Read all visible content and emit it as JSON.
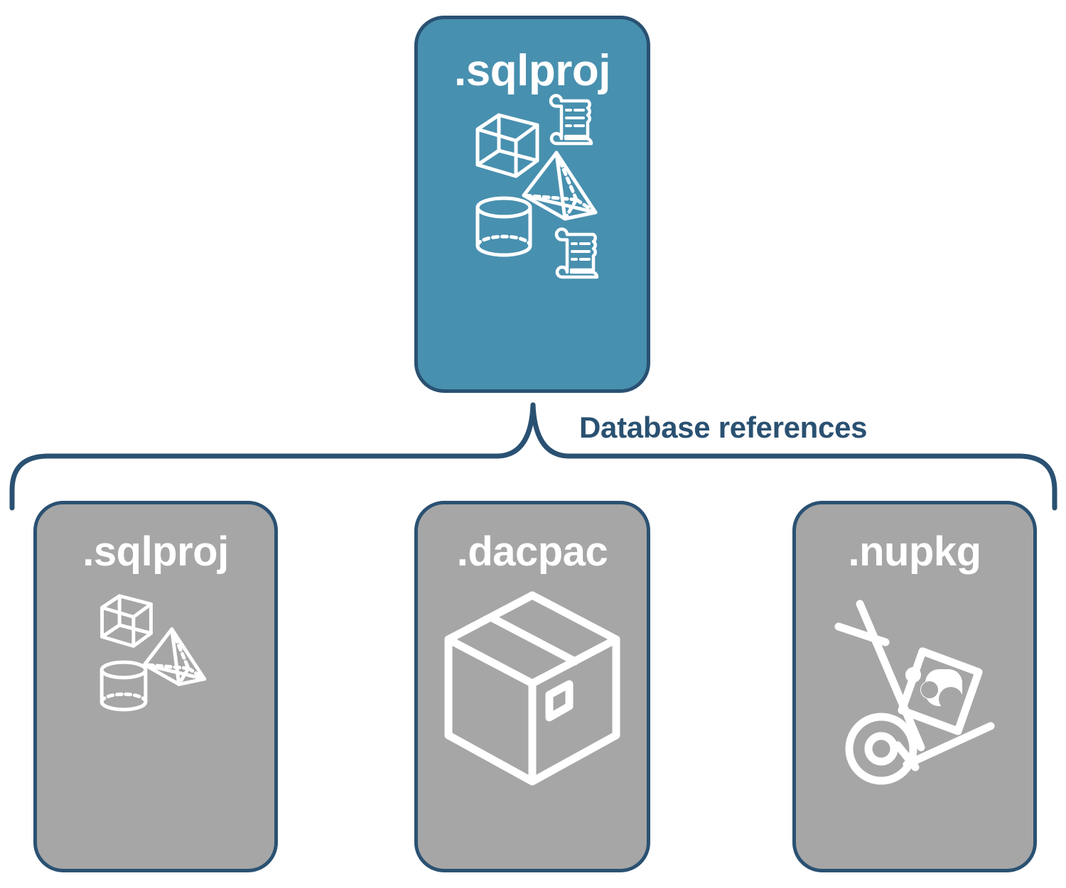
{
  "diagram": {
    "title": "Database references",
    "colors": {
      "primary_blue": "#4890AF",
      "card_gray": "#A6A6A6",
      "outline_navy": "#2A5172",
      "icon_white": "#FFFFFF",
      "background": "#FFFFFF"
    }
  },
  "top_node": {
    "label": ".sqlproj",
    "fill": "#4890AF",
    "icons": [
      "cube-wireframe-icon",
      "scroll-icon",
      "pyramid-wireframe-icon",
      "cylinder-wireframe-icon",
      "scroll-icon"
    ]
  },
  "connector": {
    "label": "Database references",
    "style": "curly-bracket",
    "color": "#2A5172"
  },
  "reference_nodes": [
    {
      "label": ".sqlproj",
      "fill": "#A6A6A6",
      "icons": [
        "cube-wireframe-icon",
        "pyramid-wireframe-icon",
        "cylinder-wireframe-icon"
      ]
    },
    {
      "label": ".dacpac",
      "fill": "#A6A6A6",
      "icons": [
        "package-box-icon"
      ]
    },
    {
      "label": ".nupkg",
      "fill": "#A6A6A6",
      "icons": [
        "hand-truck-nuget-icon"
      ]
    }
  ]
}
